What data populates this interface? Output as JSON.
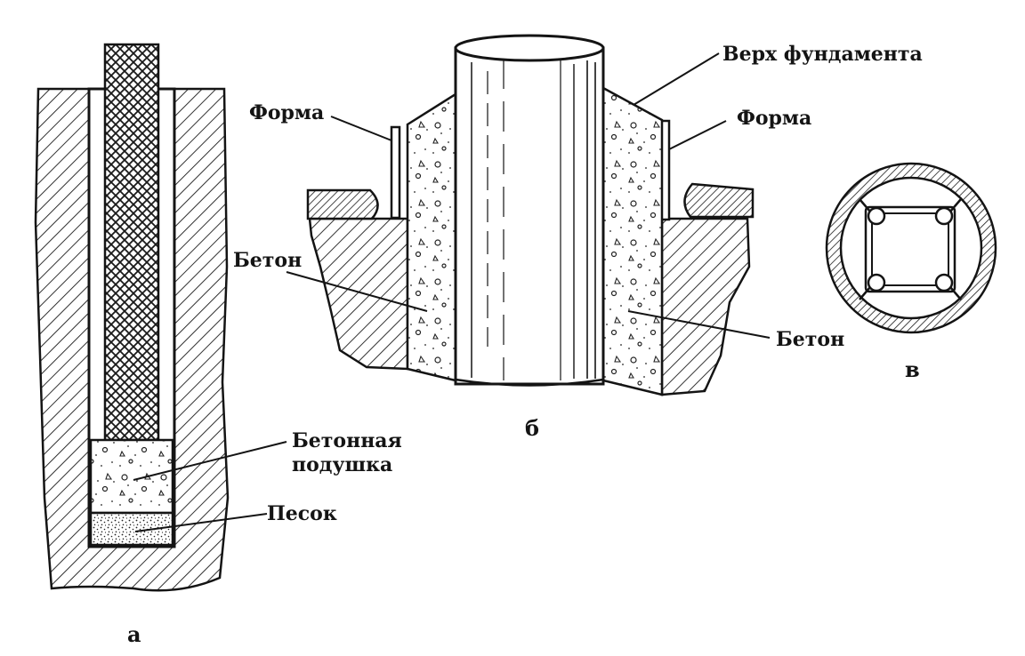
{
  "figure": {
    "panel_a": {
      "caption": "а",
      "labels": {
        "concrete_pad_line1": "Бетонная",
        "concrete_pad_line2": "подушка",
        "sand": "Песок"
      }
    },
    "panel_b": {
      "caption": "б",
      "labels": {
        "foundation_top": "Верх фундамента",
        "form_left": "Форма",
        "form_right": "Форма",
        "concrete_left": "Бетон",
        "concrete_right": "Бетон"
      }
    },
    "panel_c": {
      "caption": "в"
    }
  }
}
